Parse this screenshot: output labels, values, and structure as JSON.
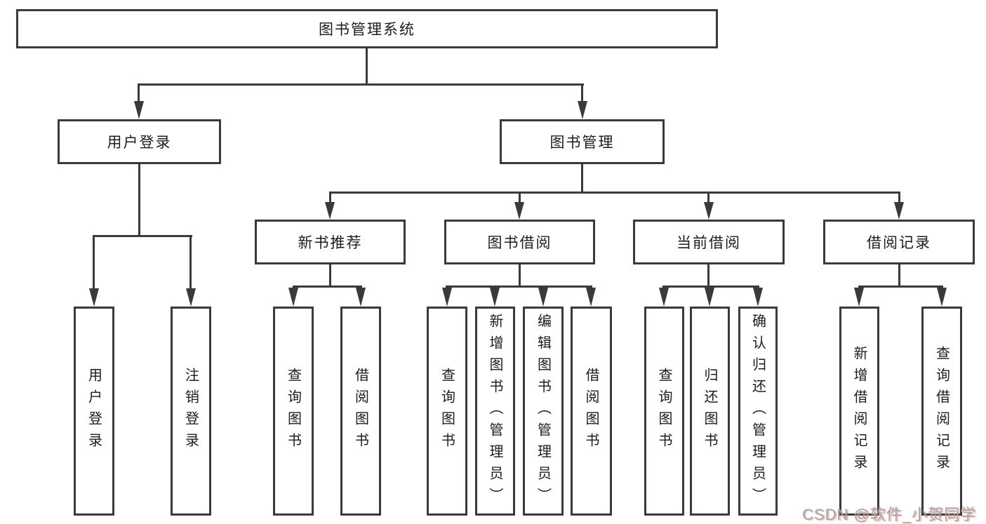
{
  "diagram": {
    "type": "hierarchy-tree",
    "title": "图书管理系统",
    "colors": {
      "line": "#3a3a3a",
      "node_border": "#3a3a3a",
      "node_fill": "#ffffff",
      "text": "#1c1c1c",
      "background": "#ffffff",
      "watermark": "#a6a6a6",
      "watermark_shadow": "#d86e5f"
    }
  },
  "nodes": {
    "root": {
      "label": "图书管理系统"
    },
    "user_login": {
      "label": "用户登录"
    },
    "book_mgmt": {
      "label": "图书管理"
    },
    "new_book_rec": {
      "label": "新书推荐"
    },
    "book_borrow": {
      "label": "图书借阅"
    },
    "current_borrow": {
      "label": "当前借阅"
    },
    "borrow_records": {
      "label": "借阅记录"
    },
    "leaf_user_login": {
      "label": "用户登录"
    },
    "leaf_logout": {
      "label": "注销登录"
    },
    "leaf_query_books_1": {
      "label": "查询图书"
    },
    "leaf_borrow_books_1": {
      "label": "借阅图书"
    },
    "leaf_query_books_2": {
      "label": "查询图书"
    },
    "leaf_add_book": {
      "label": "新增图书（管理员）"
    },
    "leaf_edit_book": {
      "label": "编辑图书（管理员）"
    },
    "leaf_borrow_books_2": {
      "label": "借阅图书"
    },
    "leaf_query_books_3": {
      "label": "查询图书"
    },
    "leaf_return_book": {
      "label": "归还图书"
    },
    "leaf_confirm_return": {
      "label": "确认归还（管理员）"
    },
    "leaf_add_record": {
      "label": "新增借阅记录"
    },
    "leaf_query_record": {
      "label": "查询借阅记录"
    }
  },
  "hierarchy": {
    "label": "图书管理系统",
    "children": [
      {
        "label": "用户登录",
        "children": [
          {
            "label": "用户登录"
          },
          {
            "label": "注销登录"
          }
        ]
      },
      {
        "label": "图书管理",
        "children": [
          {
            "label": "新书推荐",
            "children": [
              {
                "label": "查询图书"
              },
              {
                "label": "借阅图书"
              }
            ]
          },
          {
            "label": "图书借阅",
            "children": [
              {
                "label": "查询图书"
              },
              {
                "label": "新增图书（管理员）"
              },
              {
                "label": "编辑图书（管理员）"
              },
              {
                "label": "借阅图书"
              }
            ]
          },
          {
            "label": "当前借阅",
            "children": [
              {
                "label": "查询图书"
              },
              {
                "label": "归还图书"
              },
              {
                "label": "确认归还（管理员）"
              }
            ]
          },
          {
            "label": "借阅记录",
            "children": [
              {
                "label": "新增借阅记录"
              },
              {
                "label": "查询借阅记录"
              }
            ]
          }
        ]
      }
    ]
  },
  "watermark": {
    "text": "CSDN @软件_小贺同学"
  }
}
